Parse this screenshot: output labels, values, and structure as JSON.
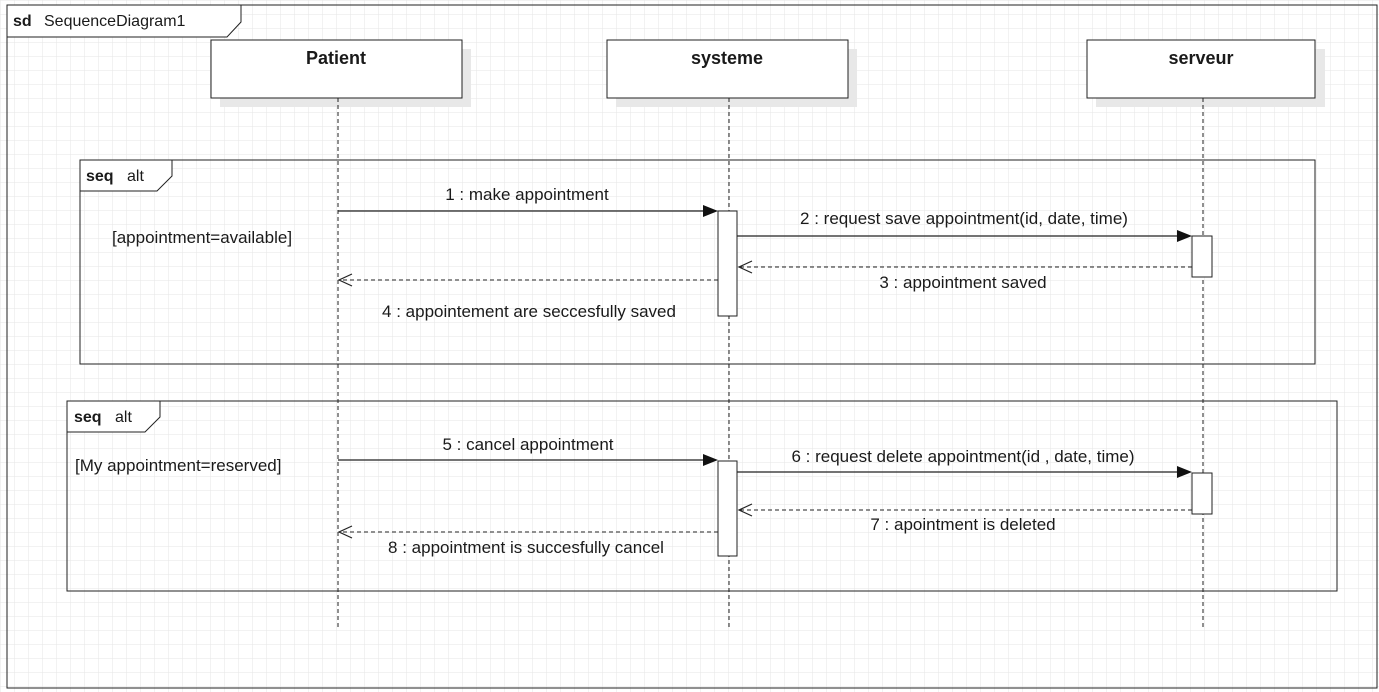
{
  "frame": {
    "keyword": "sd",
    "name": "SequenceDiagram1"
  },
  "lifelines": [
    {
      "id": "patient",
      "name": "Patient"
    },
    {
      "id": "systeme",
      "name": "systeme"
    },
    {
      "id": "serveur",
      "name": "serveur"
    }
  ],
  "fragments": [
    {
      "keyword": "seq",
      "operator": "alt",
      "guard": "[appointment=available]",
      "messages": [
        {
          "label": "1 : make appointment",
          "from": "patient",
          "to": "systeme",
          "kind": "sync"
        },
        {
          "label": "2 : request save appointment(id, date, time)",
          "from": "systeme",
          "to": "serveur",
          "kind": "sync"
        },
        {
          "label": "3 : appointment saved",
          "from": "serveur",
          "to": "systeme",
          "kind": "reply"
        },
        {
          "label": "4 : appointement are seccesfully saved",
          "from": "systeme",
          "to": "patient",
          "kind": "reply"
        }
      ]
    },
    {
      "keyword": "seq",
      "operator": "alt",
      "guard": "[My appointment=reserved]",
      "messages": [
        {
          "label": "5 : cancel appointment",
          "from": "patient",
          "to": "systeme",
          "kind": "sync"
        },
        {
          "label": "6 : request delete appointment(id , date, time)",
          "from": "systeme",
          "to": "serveur",
          "kind": "sync"
        },
        {
          "label": "7 : apointment is deleted",
          "from": "serveur",
          "to": "systeme",
          "kind": "reply"
        },
        {
          "label": "8 : appointment is succesfully cancel",
          "from": "systeme",
          "to": "patient",
          "kind": "reply"
        }
      ]
    }
  ],
  "colors": {
    "line": "#222222",
    "grid": "#e4e4e4",
    "shadow": "#e6e6e6"
  }
}
